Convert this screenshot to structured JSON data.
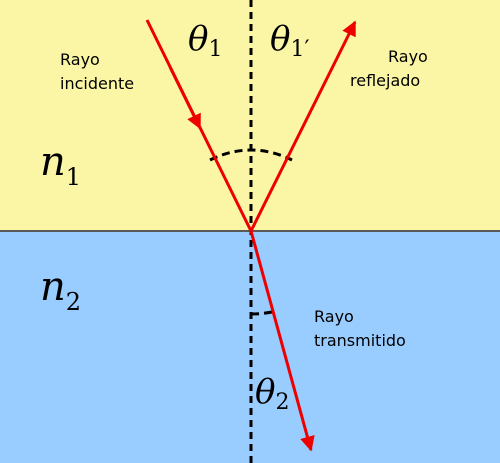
{
  "colors": {
    "medium_top": "#FBF6A5",
    "medium_bottom": "#99CCFF",
    "ray": "#EE0000",
    "normal_line": "#000000",
    "boundary": "#5A5A5A"
  },
  "labels": {
    "incident_line1": "Rayo",
    "incident_line2": "incidente",
    "reflected_line1": "Rayo",
    "reflected_line2": "reflejado",
    "transmitted_line1": "Rayo",
    "transmitted_line2": "transmitido"
  },
  "symbols": {
    "theta1": "θ",
    "theta1_sub": "1",
    "theta1p": "θ",
    "theta1p_sub": "1′",
    "theta2": "θ",
    "theta2_sub": "2",
    "n1": "n",
    "n1_sub": "1",
    "n2": "n",
    "n2_sub": "2"
  }
}
